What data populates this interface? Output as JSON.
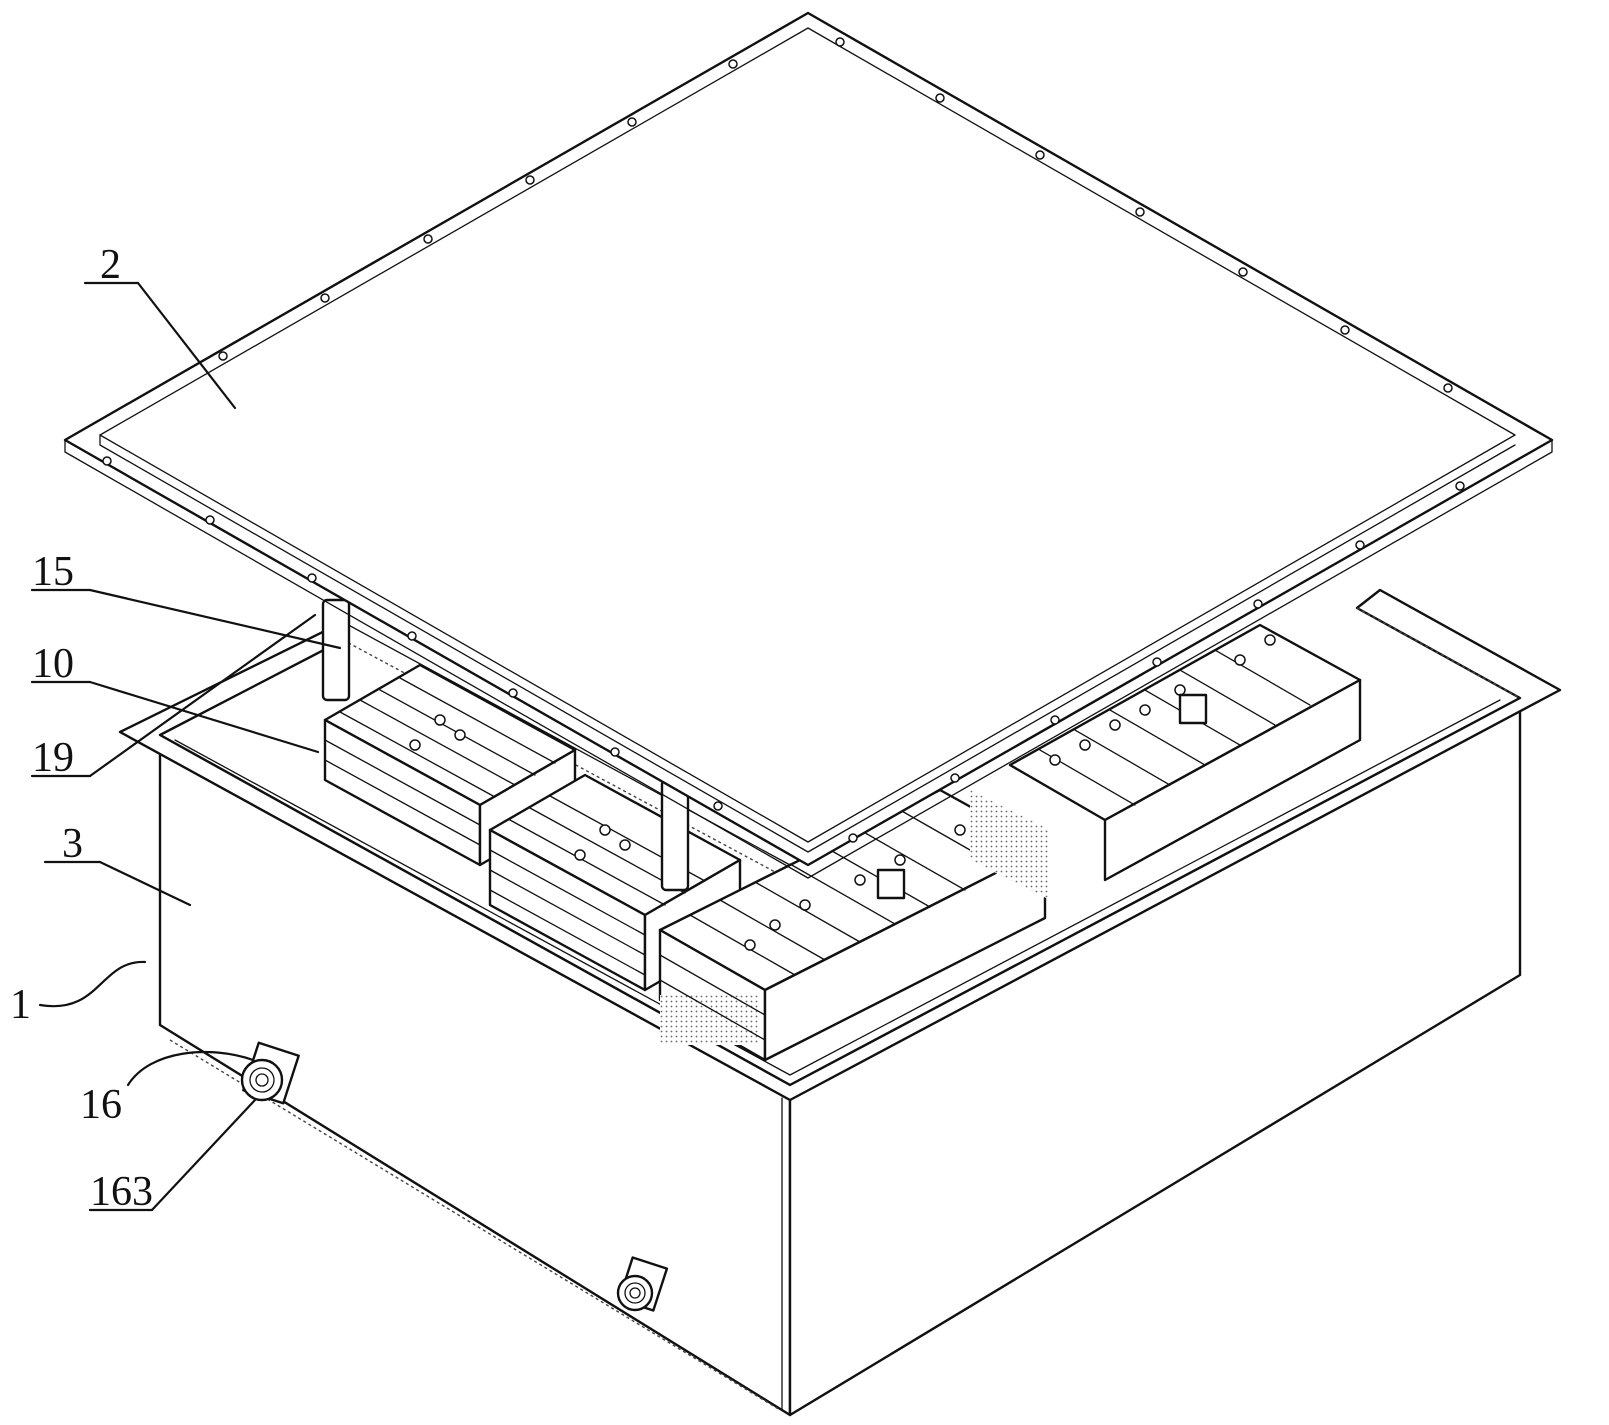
{
  "labels": {
    "lid": "2",
    "post": "15",
    "module": "10",
    "flange": "19",
    "box_wall": "3",
    "box": "1",
    "connector": "16",
    "connector_face": "163"
  }
}
